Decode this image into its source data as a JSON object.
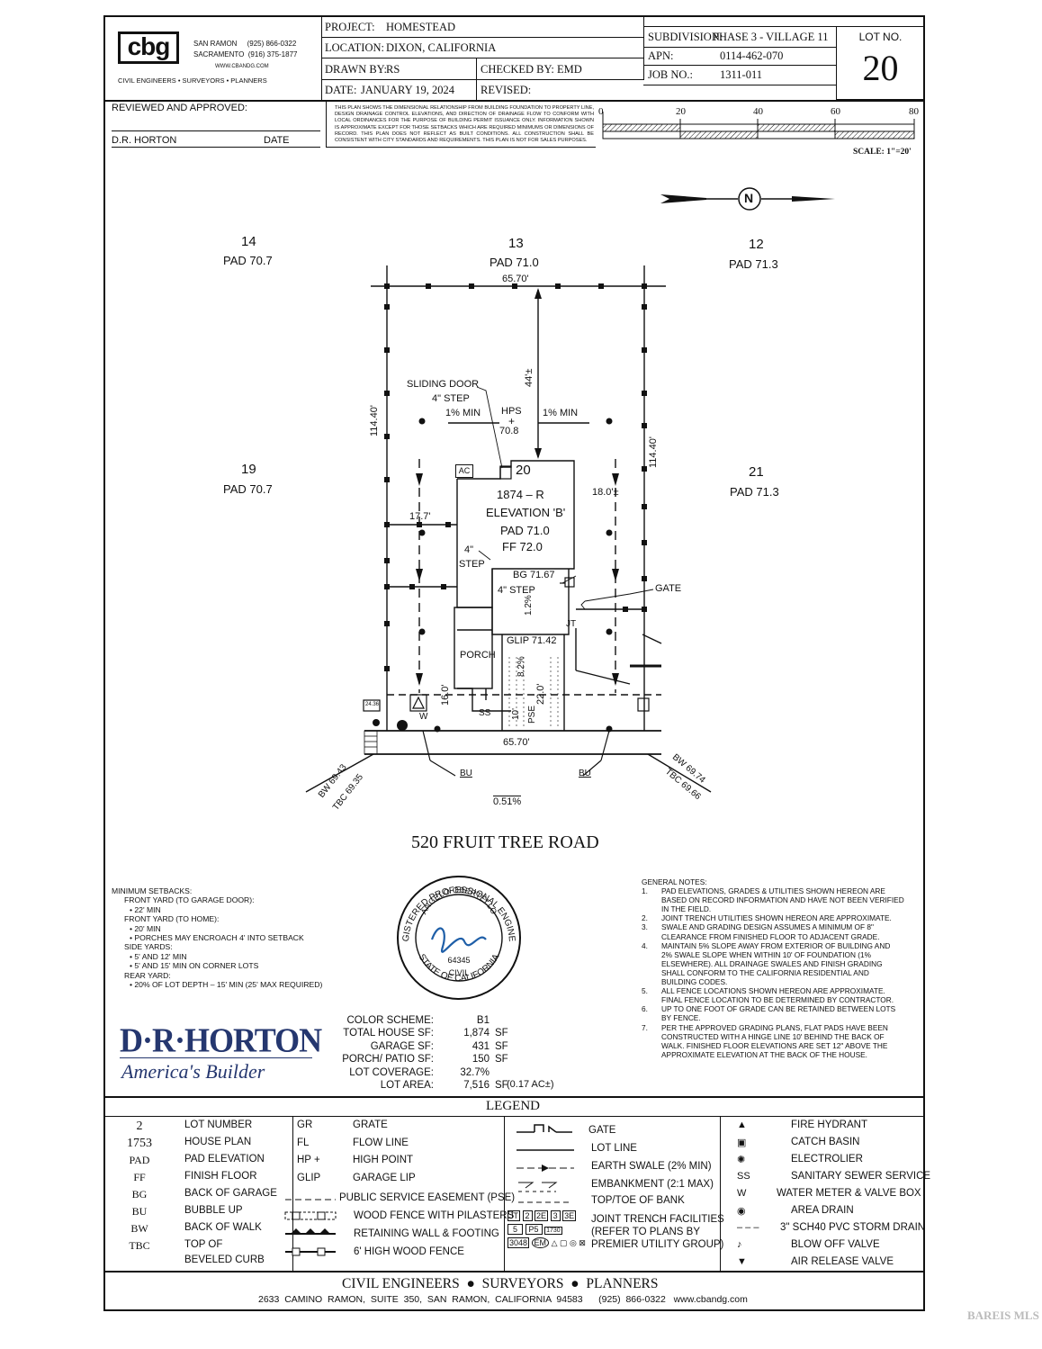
{
  "title_block": {
    "company_logo": "cbg",
    "company_phones": [
      "SAN RAMON",
      "(925) 866-0322",
      "SACRAMENTO",
      "(916) 375-1877"
    ],
    "company_web": "WWW.CBANDG.COM",
    "company_tagline": "CIVIL ENGINEERS  •  SURVEYORS  •  PLANNERS",
    "project_label": "PROJECT:",
    "project": "HOMESTEAD",
    "location_label": "LOCATION:",
    "location": "DIXON, CALIFORNIA",
    "drawn_by_label": "DRAWN BY:",
    "drawn_by": "RS",
    "checked_by_label": "CHECKED BY:",
    "checked_by": "EMD",
    "date_label": "DATE:",
    "date": "JANUARY 19, 2024",
    "revised_label": "REVISED:",
    "subdivision_label": "SUBDIVISION:",
    "subdivision": "PHASE 3 - VILLAGE 11",
    "apn_label": "APN:",
    "apn": "0114-462-070",
    "job_label": "JOB NO.:",
    "job_no": "1311-011",
    "lot_no_label": "LOT NO.",
    "lot_no": "20"
  },
  "review": {
    "label": "REVIEWED AND APPROVED:",
    "signer": "D.R. HORTON",
    "date_label": "DATE"
  },
  "disclaimer": "THIS PLAN SHOWS THE DIMENSIONAL RELATIONSHIP FROM BUILDING FOUNDATION TO PROPERTY LINE, DESIGN DRAINAGE CONTROL ELEVATIONS, AND DIRECTION OF DRAINAGE FLOW TO CONFORM WITH LOCAL ORDINANCES FOR THE PURPOSE OF BUILDING PERMIT ISSUANCE ONLY. INFORMATION SHOWN IS APPROXIMATE EXCEPT FOR THOSE SETBACKS WHICH ARE REQUIRED MINIMUMS OR DIMENSIONS OF RECORD. THIS PLAN DOES NOT REFLECT AS BUILT CONDITIONS. ALL CONSTRUCTION SHALL BE CONSISTENT WITH CITY STANDARDS AND REQUIREMENTS. THIS PLAN IS NOT FOR SALES PURPOSES.",
  "scale": {
    "ticks": [
      "0",
      "20",
      "40",
      "60",
      "80"
    ],
    "label": "SCALE: 1\"=20'"
  },
  "north_symbol": "N",
  "plot": {
    "lot_14": "14",
    "lot_14_pad": "PAD 70.7",
    "lot_13": "13",
    "lot_13_pad": "PAD 71.0",
    "lot_12": "12",
    "lot_12_pad": "PAD 71.3",
    "lot_19": "19",
    "lot_19_pad": "PAD 70.7",
    "lot_21": "21",
    "lot_21_pad": "PAD 71.3",
    "rear_width": "65.70'",
    "front_width": "65.70'",
    "depth_left": "114.40'",
    "depth_right": "114.40'",
    "rear_setback": "44'±",
    "left_side": "17.7'",
    "right_side": "18.0'±",
    "sliding_door": "SLIDING DOOR",
    "step_4_a": "4\" STEP",
    "slope_left": "1% MIN",
    "slope_right": "1% MIN",
    "hps": "HPS",
    "hps_plus": "+",
    "hps_val": "70.8",
    "ac": "AC",
    "lot_tag": "20",
    "house_plan": "1874 – R",
    "elevation": "ELEVATION 'B'",
    "pad": "PAD 71.0",
    "ff": "FF 72.0",
    "step_4_b": "4\"",
    "step_word": "STEP",
    "bg": "BG 71.67",
    "step_4_c": "4\" STEP",
    "slope_drive": "1.2%",
    "glip": "GLIP 71.42",
    "gate": "GATE",
    "jt": "JT",
    "porch": "PORCH",
    "drive_slope": "8.2%",
    "setback_22": "22.0'",
    "setback_16": "16.0'",
    "setback_10": "10'",
    "pse": "PSE",
    "ss": "SS",
    "w": "W",
    "bu_left": "BU",
    "bu_right": "BU",
    "bw_left": "BW 69.43",
    "tbc_left": "TBC 69.35",
    "bw_right": "BW 69.74",
    "tbc_right": "TBC 69.66",
    "street_slope": "0.51%",
    "street_name": "520 FRUIT TREE ROAD",
    "small_tag": "24.36"
  },
  "setbacks": [
    "MINIMUM SETBACKS:",
    "FRONT YARD (TO GARAGE DOOR):",
    "• 22' MIN",
    "FRONT YARD (TO HOME):",
    "• 20' MIN",
    "• PORCHES MAY ENCROACH 4' INTO SETBACK",
    "SIDE YARDS:",
    "• 5' AND 12' MIN",
    "• 5' AND 15' MIN ON CORNER LOTS",
    "REAR YARD:",
    "• 20% OF LOT DEPTH – 15' MIN (25' MAX REQUIRED)"
  ],
  "seal": {
    "ring_top": "REGISTERED PROFESSIONAL ENGINEER",
    "name": "ANGELO OBERTELLO",
    "number": "64345",
    "civil": "CIVIL",
    "ring_bottom": "STATE OF CALIFORNIA"
  },
  "general_notes_title": "GENERAL NOTES:",
  "general_notes": [
    [
      "1.",
      "PAD ELEVATIONS, GRADES & UTILITIES SHOWN HEREON ARE",
      "BASED ON RECORD INFORMATION AND HAVE NOT BEEN VERIFIED",
      "IN THE FIELD."
    ],
    [
      "2.",
      "JOINT TRENCH UTILITIES SHOWN HEREON ARE APPROXIMATE."
    ],
    [
      "3.",
      "SWALE AND GRADING DESIGN ASSUMES A MINIMUM OF 8\"",
      "CLEARANCE FROM FINISHED FLOOR TO ADJACENT GRADE."
    ],
    [
      "4.",
      "MAINTAIN 5% SLOPE AWAY FROM EXTERIOR OF BUILDING AND",
      "2% SWALE SLOPE WHEN WITHIN 10' OF FOUNDATION (1%",
      "ELSEWHERE). ALL DRAINAGE SWALES AND FINISH GRADING",
      "SHALL CONFORM TO THE CALIFORNIA RESIDENTIAL AND",
      "BUILDING CODES."
    ],
    [
      "5.",
      "ALL FENCE LOCATIONS SHOWN HEREON ARE APPROXIMATE.",
      "FINAL FENCE LOCATION TO BE DETERMINED BY CONTRACTOR."
    ],
    [
      "6.",
      "UP TO ONE FOOT OF GRADE CAN BE RETAINED BETWEEN LOTS",
      "BY FENCE."
    ],
    [
      "7.",
      "PER THE APPROVED GRADING PLANS, FLAT PADS HAVE BEEN",
      "CONSTRUCTED WITH A HINGE LINE 10' BEHIND THE BACK OF",
      "WALK.  FINISHED FLOOR ELEVATIONS ARE SET 12\" ABOVE THE",
      "APPROXIMATE ELEVATION AT THE BACK OF THE HOUSE."
    ]
  ],
  "builder": {
    "logo": "D·R·HORTON",
    "tagline": "America's Builder"
  },
  "stats": [
    {
      "label": "COLOR SCHEME:",
      "value": "B1",
      "unit": ""
    },
    {
      "label": "TOTAL HOUSE SF:",
      "value": "1,874",
      "unit": "SF"
    },
    {
      "label": "GARAGE SF:",
      "value": "431",
      "unit": "SF"
    },
    {
      "label": "PORCH/ PATIO SF:",
      "value": "150",
      "unit": "SF"
    },
    {
      "label": "LOT COVERAGE:",
      "value": "32.7%",
      "unit": ""
    },
    {
      "label": "LOT AREA:",
      "value": "7,516",
      "unit": "SF"
    }
  ],
  "lot_acres": "(0.17 AC±)",
  "legend": {
    "title": "LEGEND",
    "col1": [
      {
        "sym": "2",
        "text": "LOT  NUMBER"
      },
      {
        "sym": "1753",
        "text": "HOUSE  PLAN"
      },
      {
        "sym": "PAD",
        "text": "PAD  ELEVATION"
      },
      {
        "sym": "FF",
        "text": "FINISH  FLOOR"
      },
      {
        "sym": "BG",
        "text": "BACK  OF  GARAGE"
      },
      {
        "sym": "BU",
        "text": "BUBBLE  UP"
      },
      {
        "sym": "BW",
        "text": "BACK  OF  WALK"
      },
      {
        "sym": "TBC",
        "text": "TOP  OF"
      }
    ],
    "tbc_line2": "BEVELED  CURB",
    "col2": [
      {
        "sym": "GR",
        "text": "GRATE"
      },
      {
        "sym": "FL",
        "text": "FLOW  LINE"
      },
      {
        "sym": "HP +",
        "text": "HIGH  POINT"
      },
      {
        "sym": "GLIP",
        "text": "GARAGE  LIP"
      }
    ],
    "col2_lines": [
      "PUBLIC  SERVICE  EASEMENT  (PSE)",
      "WOOD  FENCE  WITH  PILASTERS",
      "RETAINING  WALL  &  FOOTING",
      "6'  HIGH  WOOD  FENCE"
    ],
    "col3": [
      "GATE",
      "LOT  LINE",
      "EARTH  SWALE  (2%  MIN)",
      "EMBANKMENT  (2:1  MAX)",
      "TOP/TOE  OF  BANK"
    ],
    "jt_symbols": [
      "JT",
      "2",
      "2E",
      "3",
      "3E",
      "5",
      "P5",
      "1730",
      "3048",
      "EM"
    ],
    "jt_text": [
      "JOINT  TRENCH  FACILITIES",
      "(REFER  TO  PLANS  BY",
      "PREMIER  UTILITY  GROUP)"
    ],
    "col4": [
      {
        "sym": "",
        "text": "FIRE  HYDRANT"
      },
      {
        "sym": "",
        "text": "CATCH  BASIN"
      },
      {
        "sym": "",
        "text": "ELECTROLIER"
      },
      {
        "sym": "SS",
        "text": "SANITARY  SEWER  SERVICE"
      },
      {
        "sym": "W",
        "text": "WATER  METER  &  VALVE  BOX"
      },
      {
        "sym": "",
        "text": "AREA  DRAIN"
      },
      {
        "sym": "",
        "text": "3\"  SCH40  PVC  STORM  DRAIN"
      },
      {
        "sym": "",
        "text": "BLOW  OFF  VALVE"
      },
      {
        "sym": "",
        "text": "AIR  RELEASE  VALVE"
      }
    ]
  },
  "footer": {
    "line1": [
      "CIVIL ENGINEERS",
      "SURVEYORS",
      "PLANNERS"
    ],
    "line2": "2633  CAMINO  RAMON,  SUITE  350,  SAN  RAMON,  CALIFORNIA  94583      (925)  866-0322   www.cbandg.com"
  },
  "watermark": "BAREIS MLS"
}
